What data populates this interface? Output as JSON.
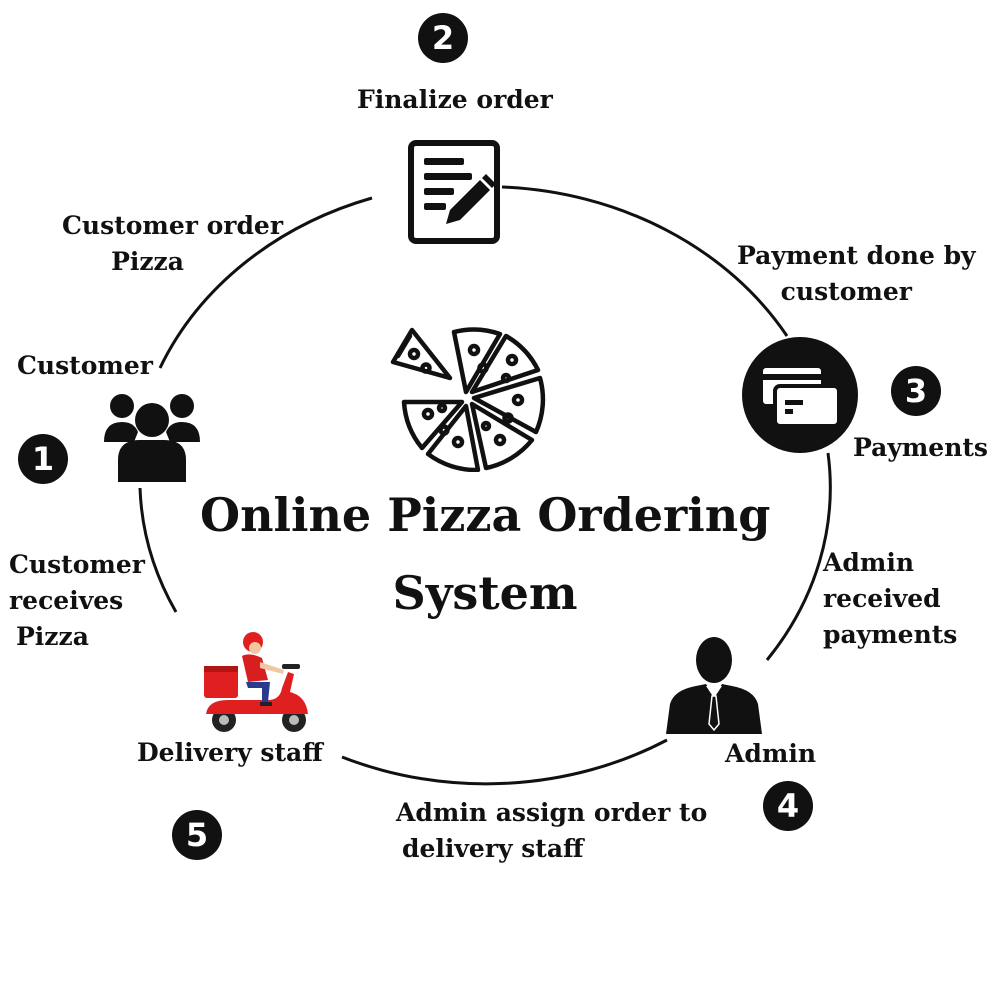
{
  "diagram": {
    "title_line1": "Online Pizza Ordering",
    "title_line2": "System",
    "steps": [
      {
        "number": "1",
        "label": "Customer",
        "icon": "customers-icon"
      },
      {
        "number": "2",
        "label": "Finalize order",
        "icon": "order-form-icon"
      },
      {
        "number": "3",
        "label": "Payments",
        "icon": "payment-cards-icon"
      },
      {
        "number": "4",
        "label": "Admin",
        "icon": "admin-icon"
      },
      {
        "number": "5",
        "label": "Delivery staff",
        "icon": "delivery-scooter-icon"
      }
    ],
    "transitions": [
      {
        "line1": "Customer order",
        "line2": "Pizza"
      },
      {
        "line1": "Payment done by",
        "line2": "customer"
      },
      {
        "line1": "Admin",
        "line2": "received",
        "line3": "payments"
      },
      {
        "line1": "Admin assign order to",
        "line2": "delivery staff"
      },
      {
        "line1": "Customer",
        "line2": "receives",
        "line3": "Pizza"
      }
    ],
    "center_icon": "pizza-icon",
    "colors": {
      "ink": "#111111",
      "scooter": "#e02020",
      "rider_shirt": "#d81e1e",
      "rider_pants": "#2a3a8c"
    }
  }
}
